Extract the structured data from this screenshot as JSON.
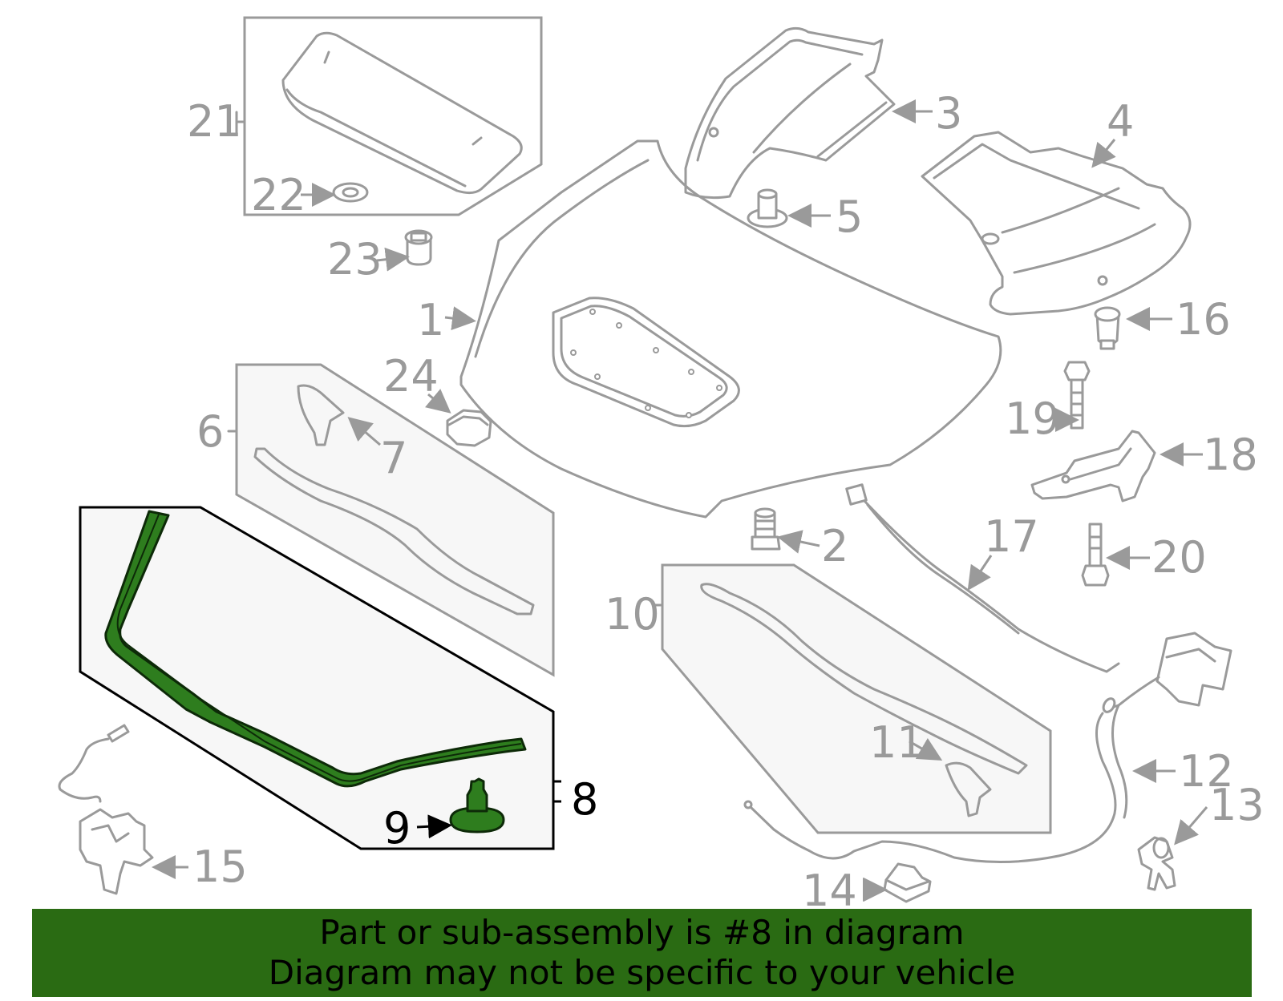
{
  "labels": {
    "p1": "1",
    "p2": "2",
    "p3": "3",
    "p4": "4",
    "p5": "5",
    "p6": "6",
    "p7": "7",
    "p8": "8",
    "p9": "9",
    "p10": "10",
    "p11": "11",
    "p12": "12",
    "p13": "13",
    "p14": "14",
    "p15": "15",
    "p16": "16",
    "p17": "17",
    "p18": "18",
    "p19": "19",
    "p20": "20",
    "p21": "21",
    "p22": "22",
    "p23": "23",
    "p24": "24"
  },
  "highlight": {
    "part_number": "8",
    "color": "#2e7d1e"
  },
  "banner": {
    "line1": "Part or sub-assembly is #8 in diagram",
    "line2": "Diagram may not be specific to your vehicle",
    "background": "#2a6b13"
  }
}
